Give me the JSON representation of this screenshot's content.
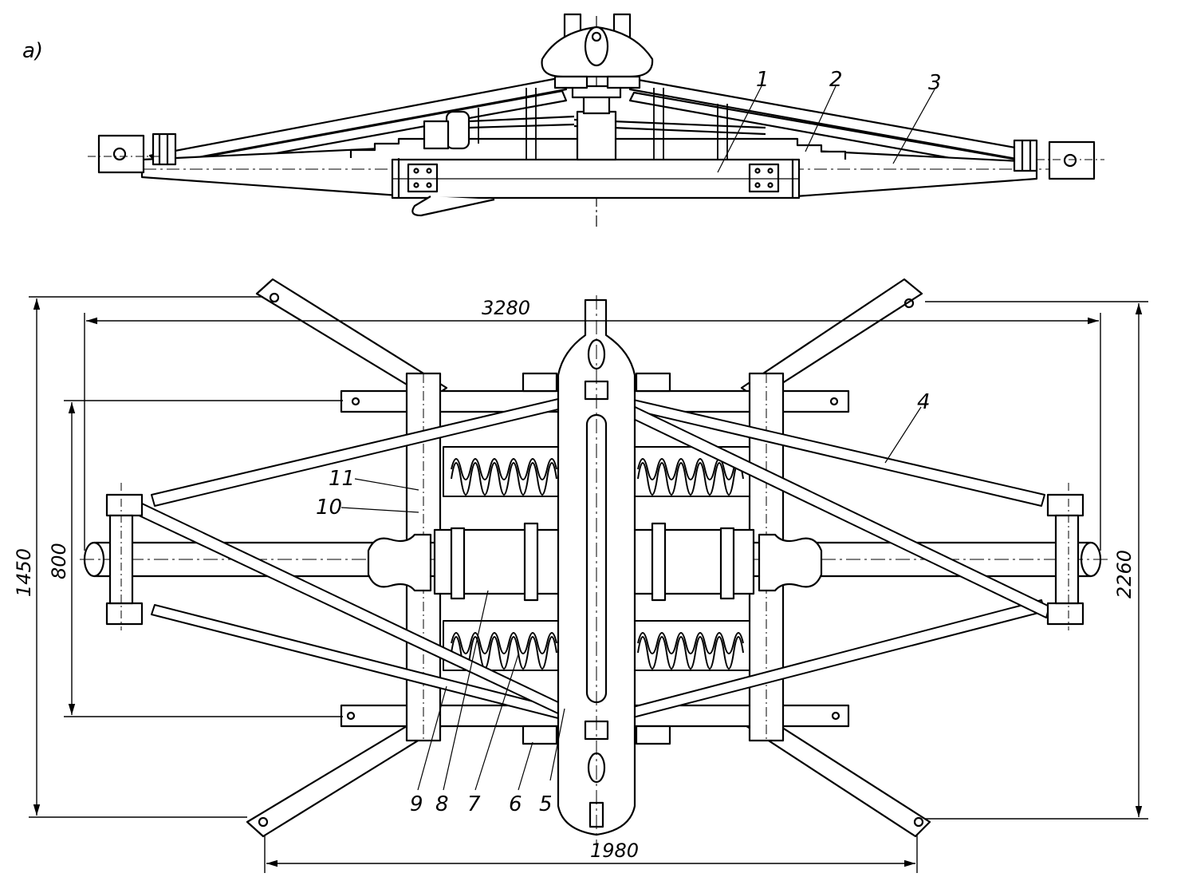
{
  "figure": {
    "view_label": "а)",
    "part_numbers": [
      "1",
      "2",
      "3",
      "4",
      "5",
      "6",
      "7",
      "8",
      "9",
      "10",
      "11"
    ],
    "dimensions": {
      "width_overall": "3280",
      "height_left": "1450",
      "spacing_inner": "800",
      "height_right": "2260",
      "width_bottom": "1980"
    }
  }
}
